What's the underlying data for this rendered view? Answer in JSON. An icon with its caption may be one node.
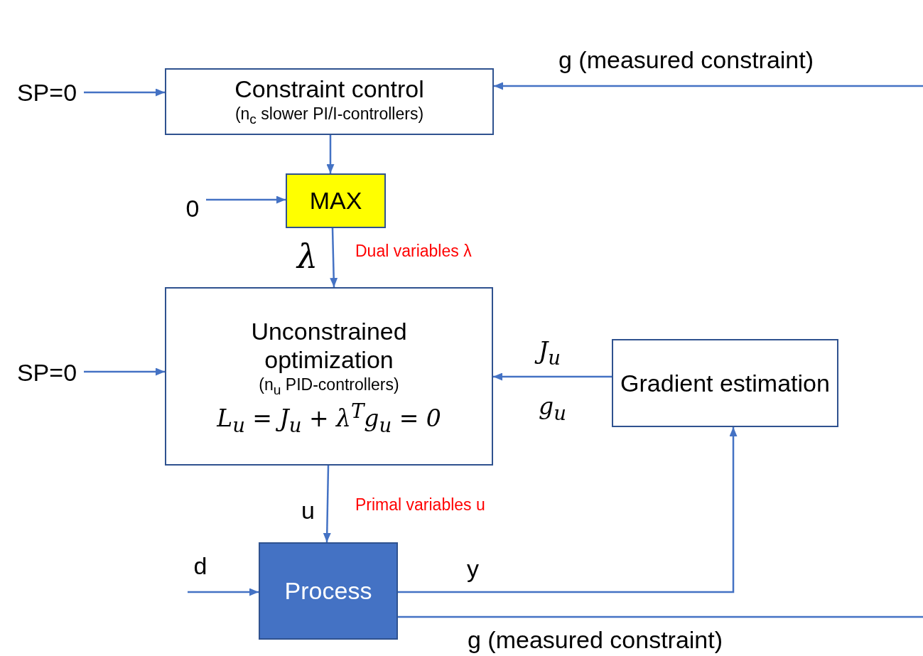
{
  "diagram": {
    "nodes": [
      {
        "text": [
          "SP=0"
        ]
      },
      {
        "text": [
          "Constraint control",
          "(n$_{c}$ slower PI/I-controllers)"
        ]
      },
      {
        "text": [
          "0"
        ]
      },
      {
        "text": [
          "MAX"
        ]
      },
      {
        "text": [
          "SP=0"
        ]
      },
      {
        "text": [
          "Unconstrained optimization",
          "(n$_{u}$ PID-controllers)",
          "L$_{u}$ = J$_{u}$ + λ$^{T}$g$_{u}$ = 0"
        ]
      },
      {
        "text": [
          "Gradient estimation"
        ]
      },
      {
        "text": [
          "d"
        ]
      },
      {
        "text": [
          "Process"
        ]
      }
    ],
    "edges": [
      {
        "from": 0,
        "to": 1,
        "arrow": "to"
      },
      {
        "from": null,
        "to": 1,
        "arrow": "to",
        "label": "g (measured constraint)"
      },
      {
        "from": 1,
        "to": 3,
        "arrow": "to"
      },
      {
        "from": 2,
        "to": 3,
        "arrow": "to"
      },
      {
        "from": 3,
        "to": 5,
        "arrow": "to",
        "label": "λ"
      },
      {
        "from": 4,
        "to": 5,
        "arrow": "to"
      },
      {
        "from": 6,
        "to": 5,
        "arrow": "to",
        "label": "J$_{u}$"
      },
      {
        "from": 5,
        "to": 8,
        "arrow": "to",
        "label": "u"
      },
      {
        "from": 7,
        "to": 8,
        "arrow": "to"
      },
      {
        "from": 8,
        "to": 6,
        "arrow": "to",
        "label": "y"
      },
      {
        "from": 8,
        "to": null,
        "arrow": "none",
        "label": "g (measured constraint)"
      }
    ],
    "labels": [
      "Dual variables λ",
      "g$_{u}$",
      "Primal variables u"
    ]
  }
}
